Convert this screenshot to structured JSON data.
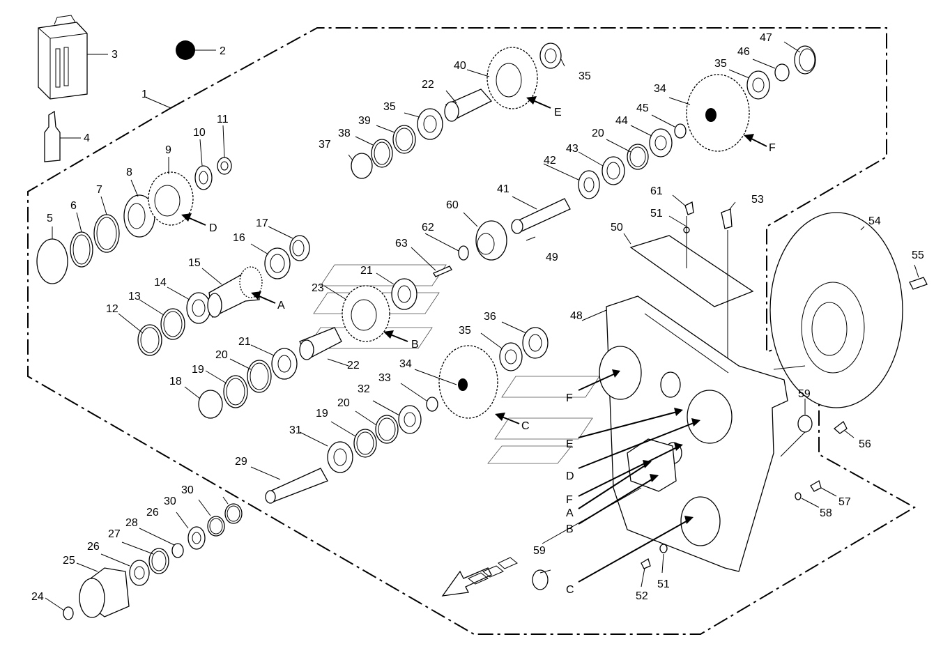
{
  "labels": [
    {
      "id": "1",
      "text": "1"
    },
    {
      "id": "2",
      "text": "2"
    },
    {
      "id": "3",
      "text": "3"
    },
    {
      "id": "4",
      "text": "4"
    },
    {
      "id": "5",
      "text": "5"
    },
    {
      "id": "6",
      "text": "6"
    },
    {
      "id": "7",
      "text": "7"
    },
    {
      "id": "8",
      "text": "8"
    },
    {
      "id": "9",
      "text": "9"
    },
    {
      "id": "10",
      "text": "10"
    },
    {
      "id": "11",
      "text": "11"
    },
    {
      "id": "12",
      "text": "12"
    },
    {
      "id": "13",
      "text": "13"
    },
    {
      "id": "14",
      "text": "14"
    },
    {
      "id": "15",
      "text": "15"
    },
    {
      "id": "16",
      "text": "16"
    },
    {
      "id": "17",
      "text": "17"
    },
    {
      "id": "18",
      "text": "18"
    },
    {
      "id": "19a",
      "text": "19"
    },
    {
      "id": "19b",
      "text": "19"
    },
    {
      "id": "20a",
      "text": "20"
    },
    {
      "id": "20b",
      "text": "20"
    },
    {
      "id": "20c",
      "text": "20"
    },
    {
      "id": "21a",
      "text": "21"
    },
    {
      "id": "21b",
      "text": "21"
    },
    {
      "id": "22a",
      "text": "22"
    },
    {
      "id": "22b",
      "text": "22"
    },
    {
      "id": "23",
      "text": "23"
    },
    {
      "id": "24",
      "text": "24"
    },
    {
      "id": "25",
      "text": "25"
    },
    {
      "id": "26a",
      "text": "26"
    },
    {
      "id": "26b",
      "text": "26"
    },
    {
      "id": "27",
      "text": "27"
    },
    {
      "id": "28",
      "text": "28"
    },
    {
      "id": "29",
      "text": "29"
    },
    {
      "id": "30a",
      "text": "30"
    },
    {
      "id": "30b",
      "text": "30"
    },
    {
      "id": "31",
      "text": "31"
    },
    {
      "id": "32",
      "text": "32"
    },
    {
      "id": "33",
      "text": "33"
    },
    {
      "id": "34a",
      "text": "34"
    },
    {
      "id": "34b",
      "text": "34"
    },
    {
      "id": "35a",
      "text": "35"
    },
    {
      "id": "35b",
      "text": "35"
    },
    {
      "id": "35c",
      "text": "35"
    },
    {
      "id": "35d",
      "text": "35"
    },
    {
      "id": "36",
      "text": "36"
    },
    {
      "id": "37",
      "text": "37"
    },
    {
      "id": "38",
      "text": "38"
    },
    {
      "id": "39",
      "text": "39"
    },
    {
      "id": "40",
      "text": "40"
    },
    {
      "id": "41",
      "text": "41"
    },
    {
      "id": "42",
      "text": "42"
    },
    {
      "id": "43",
      "text": "43"
    },
    {
      "id": "44",
      "text": "44"
    },
    {
      "id": "45",
      "text": "45"
    },
    {
      "id": "46",
      "text": "46"
    },
    {
      "id": "47",
      "text": "47"
    },
    {
      "id": "48",
      "text": "48"
    },
    {
      "id": "49",
      "text": "49"
    },
    {
      "id": "50",
      "text": "50"
    },
    {
      "id": "51a",
      "text": "51"
    },
    {
      "id": "51b",
      "text": "51"
    },
    {
      "id": "52",
      "text": "52"
    },
    {
      "id": "53",
      "text": "53"
    },
    {
      "id": "54",
      "text": "54"
    },
    {
      "id": "55",
      "text": "55"
    },
    {
      "id": "56",
      "text": "56"
    },
    {
      "id": "57",
      "text": "57"
    },
    {
      "id": "58",
      "text": "58"
    },
    {
      "id": "59a",
      "text": "59"
    },
    {
      "id": "59b",
      "text": "59"
    },
    {
      "id": "60",
      "text": "60"
    },
    {
      "id": "61",
      "text": "61"
    },
    {
      "id": "62",
      "text": "62"
    },
    {
      "id": "63",
      "text": "63"
    }
  ],
  "letters": [
    {
      "id": "A1",
      "text": "A"
    },
    {
      "id": "B1",
      "text": "B"
    },
    {
      "id": "C1",
      "text": "C"
    },
    {
      "id": "D1",
      "text": "D"
    },
    {
      "id": "E1",
      "text": "E"
    },
    {
      "id": "F1",
      "text": "F"
    },
    {
      "id": "F2",
      "text": "F"
    },
    {
      "id": "E2",
      "text": "E"
    },
    {
      "id": "D2",
      "text": "D"
    },
    {
      "id": "F3",
      "text": "F"
    },
    {
      "id": "A2",
      "text": "A"
    },
    {
      "id": "B2",
      "text": "B"
    },
    {
      "id": "C2",
      "text": "C"
    }
  ],
  "colors": {
    "line": "#000000",
    "background": "#ffffff",
    "fill": "#ffffff"
  }
}
